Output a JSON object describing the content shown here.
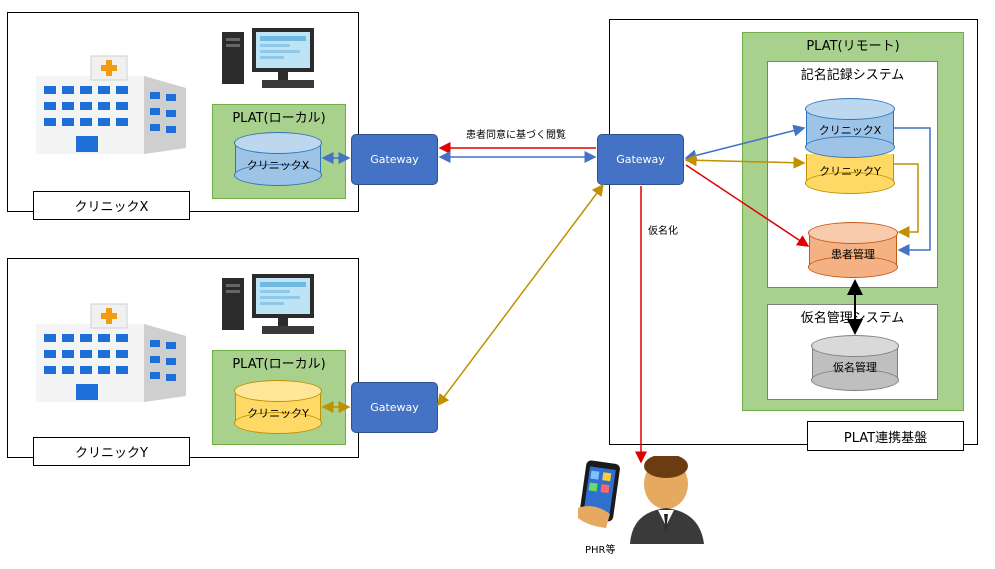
{
  "clinic_x": {
    "caption": "クリニックX",
    "local_platform": "PLAT(ローカル)",
    "db_label": "クリニックX",
    "gateway": "Gateway"
  },
  "clinic_y": {
    "caption": "クリニックY",
    "local_platform": "PLAT(ローカル)",
    "db_label": "クリニックY",
    "gateway": "Gateway"
  },
  "remote": {
    "gateway": "Gateway",
    "platform_title": "PLAT(リモート)",
    "named_system_title": "記名記録システム",
    "db_clinic_x": "クリニックX",
    "db_clinic_y": "クリニックY",
    "patient_mgmt": "患者管理",
    "pseudo_system_title": "仮名管理システム",
    "pseudo_mgmt": "仮名管理",
    "caption": "PLAT連携基盤"
  },
  "labels": {
    "consent_browse": "患者同意に基づく閲覧",
    "pseudonymize": "仮名化",
    "phr": "PHR等"
  },
  "colors": {
    "blue_link": "#4472c4",
    "gold_link": "#bf9000",
    "red_link": "#e00000",
    "green_box": "#a9d18e",
    "db_blue": "#9dc3e6",
    "db_yellow": "#ffd966",
    "db_orange": "#f4b183",
    "db_gray": "#bfbfbf"
  }
}
